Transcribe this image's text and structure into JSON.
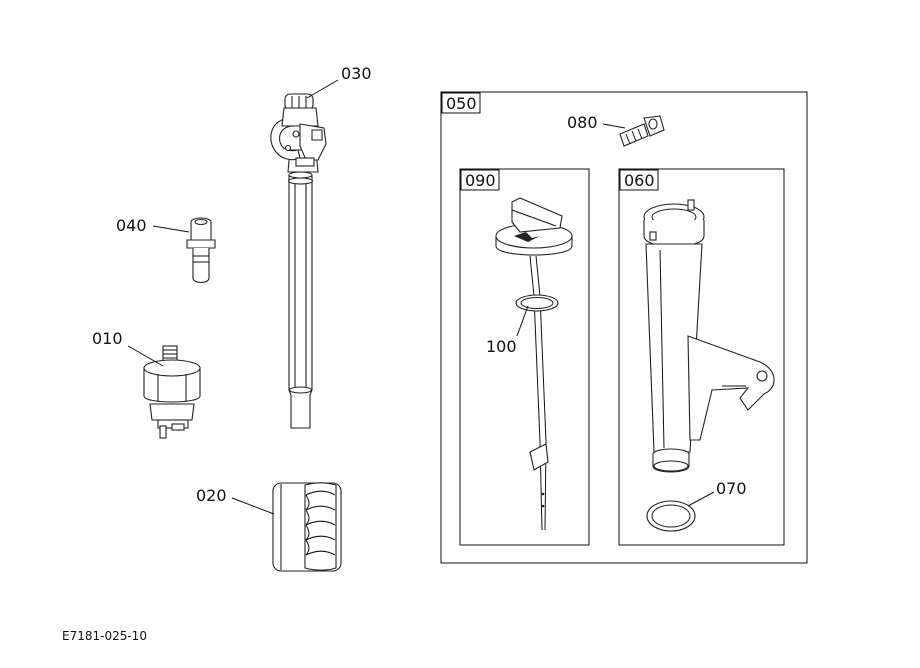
{
  "diagram": {
    "part_labels": {
      "p010": "010",
      "p020": "020",
      "p030": "030",
      "p040": "040",
      "p070": "070",
      "p080": "080",
      "p100": "100"
    },
    "box_labels": {
      "b050": "050",
      "b060": "060",
      "b090": "090"
    },
    "drawing_code": "E7181-025-10"
  }
}
